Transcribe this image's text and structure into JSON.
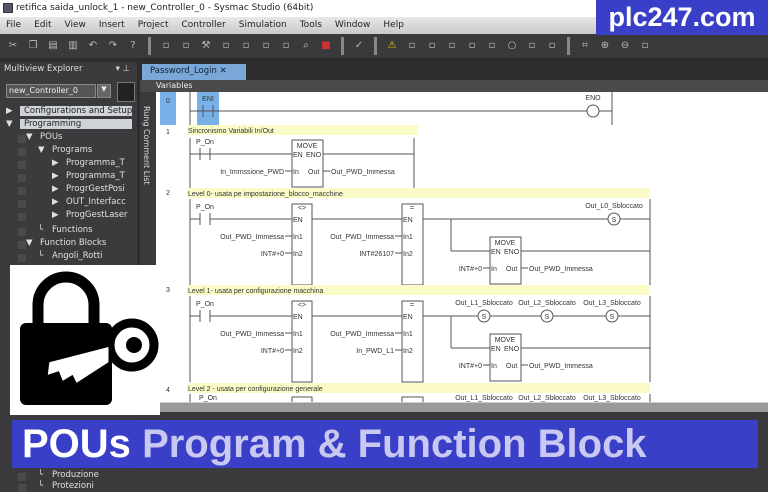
{
  "window": {
    "title": "retifica saida_unlock_1 - new_Controller_0 - Sysmac Studio (64bit)"
  },
  "brand": "plc247.com",
  "menu": [
    "File",
    "Edit",
    "View",
    "Insert",
    "Project",
    "Controller",
    "Simulation",
    "Tools",
    "Window",
    "Help"
  ],
  "toolbar": {
    "icons": [
      "cut-icon",
      "copy-icon",
      "paste-icon",
      "delete-icon",
      "undo-icon",
      "redo-icon",
      "help-icon",
      "sep",
      "io-map-icon",
      "window-icon",
      "build-icon",
      "cross-ref-icon",
      "memory-icon",
      "monitor-icon",
      "data-trace-icon",
      "search-icon",
      "stop-icon",
      "sep",
      "check-icon",
      "sep",
      "warning-icon",
      "clear-warning-icon",
      "online-icon",
      "offline-icon",
      "sync-icon",
      "transfer-icon",
      "reset-icon",
      "zoom-box-icon",
      "zoom-box2-icon",
      "sep",
      "fit-icon",
      "zoom-in-icon",
      "zoom-out-icon",
      "zoom-reset-icon"
    ]
  },
  "explorer": {
    "title": "Multiview Explorer",
    "controller": "new_Controller_0",
    "items": [
      {
        "label": "Configurations and Setup",
        "arrow": "▶",
        "hl": true
      },
      {
        "label": "Programming",
        "arrow": "▼",
        "hl": true
      },
      {
        "label": "POUs",
        "arrow": "▼"
      },
      {
        "label": "Programs",
        "arrow": "▼"
      },
      {
        "label": "Programma_T",
        "arrow": "▶"
      },
      {
        "label": "Programma_T",
        "arrow": "▶"
      },
      {
        "label": "ProgrGestPosi",
        "arrow": "▶"
      },
      {
        "label": "OUT_Interfacc",
        "arrow": "▶"
      },
      {
        "label": "ProgGestLaser",
        "arrow": "▶"
      },
      {
        "label": "Functions",
        "arrow": "└"
      },
      {
        "label": "Function Blocks",
        "arrow": "▼"
      },
      {
        "label": "Angoli_Rotti",
        "arrow": "└"
      },
      {
        "label": "Produzione",
        "arrow": "└"
      },
      {
        "label": "Protezioni",
        "arrow": "└"
      }
    ]
  },
  "editor": {
    "tab": "Password_Login",
    "variables_label": "Variables",
    "rung_comment_list": "Rung Comment List"
  },
  "ladder": {
    "rung0": {
      "num": "0",
      "contact": "ENI",
      "coil": "ENO"
    },
    "rung1": {
      "num": "1",
      "comment": "Sincronismo Variabili In/Out",
      "contact": "P_On",
      "block": "MOVE",
      "en": "EN",
      "eno": "ENO",
      "in": "In",
      "out": "Out",
      "in_var": "In_Immssione_PWD",
      "out_var": "Out_PWD_Immessa"
    },
    "rung2": {
      "num": "2",
      "comment": "Level 0- usata pe impostazione_blocco_macchine",
      "contact": "P_On",
      "cmp1": "<>",
      "cmp2": "=",
      "en": "EN",
      "in1": "In1",
      "in2": "In2",
      "c1_in1": "Out_PWD_Immessa",
      "c1_in2": "INT#+0",
      "c2_in1": "Out_PWD_Immessa",
      "c2_in2": "INT#26107",
      "coil": "Out_L0_Sbloccato",
      "coil_type": "S",
      "block": "MOVE",
      "eno": "ENO",
      "in": "In",
      "out": "Out",
      "move_in": "INT#+0",
      "move_out": "Out_PWD_Immessa"
    },
    "rung3": {
      "num": "3",
      "comment": "Level 1- usata per configurazione macchina",
      "contact": "P_On",
      "cmp1": "<>",
      "cmp2": "=",
      "en": "EN",
      "in1": "In1",
      "in2": "In2",
      "c1_in1": "Out_PWD_Immessa",
      "c1_in2": "INT#+0",
      "c2_in1": "Out_PWD_Immessa",
      "c2_in2": "In_PWD_L1",
      "coils": [
        "Out_L1_Sbloccato",
        "Out_L2_Sbloccato",
        "Out_L3_Sbloccato"
      ],
      "coil_type": "S",
      "block": "MOVE",
      "eno": "ENO",
      "in": "In",
      "out": "Out",
      "move_in": "INT#+0",
      "move_out": "Out_PWD_Immessa"
    },
    "rung4": {
      "num": "4",
      "comment": "Level 2 - usata per configurazione generale",
      "contact": "P_On",
      "coils": [
        "Out_L1_Sbloccato",
        "Out_L2_Sbloccato",
        "Out_L3_Sbloccato"
      ]
    }
  },
  "banner": {
    "word1": "POUs",
    "rest": "Program & Function Block"
  },
  "colors": {
    "brand_blue": "#3a3fc8",
    "tab_blue": "#79a7d8",
    "comment_yellow": "#fbfbc8",
    "comment_text": "#3a8a1a"
  }
}
